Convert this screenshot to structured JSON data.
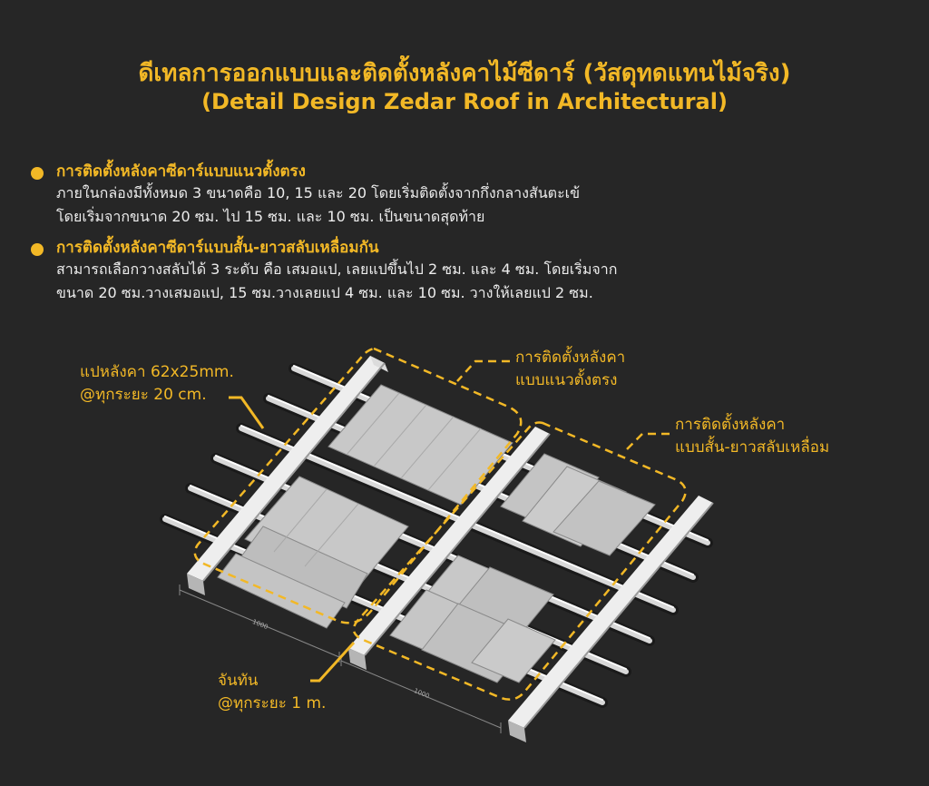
{
  "header": {
    "title_th": "ดีเทลการออกแบบและติดตั้งหลังคาไม้ซีดาร์ (วัสดุทดแทนไม้จริง)",
    "title_en": "(Detail Design Zedar Roof in Architectural)"
  },
  "sections": [
    {
      "heading": "การติดตั้งหลังคาซีดาร์แบบแนวตั้งตรง",
      "lines": [
        "ภายในกล่องมีทั้งหมด 3 ขนาดคือ 10, 15 และ 20 โดยเริ่มติดตั้งจากกึ่งกลางสันตะเข้",
        "โดยเริ่มจากขนาด 20 ซม. ไป 15 ซม. และ 10 ซม. เป็นขนาดสุดท้าย"
      ]
    },
    {
      "heading": "การติดตั้งหลังคาซีดาร์แบบสั้น-ยาวสลับเหลื่อมกัน",
      "lines": [
        "สามารถเลือกวางสลับได้ 3 ระดับ คือ เสมอแป, เลยแปขึ้นไป 2 ซม. และ 4 ซม. โดยเริ่มจาก",
        "ขนาด 20 ซม.วางเสมอแป, 15 ซม.วางเลยแป 4 ซม. และ 10 ซม. วางให้เลยแป 2 ซม."
      ]
    }
  ],
  "annotations": {
    "purlin": {
      "line1": "แปหลังคา 62x25mm.",
      "line2": "@ทุกระยะ 20 cm."
    },
    "vertical": {
      "line1": "การติดตั้งหลังคา",
      "line2": "แบบแนวตั้งตรง"
    },
    "staggered": {
      "line1": "การติดตั้งหลังคา",
      "line2": "แบบสั้น-ยาวสลับเหลื่อม"
    },
    "rafter": {
      "line1": "จันทัน",
      "line2": "@ทุกระยะ 1 m."
    }
  },
  "dimensions": {
    "left": "1000",
    "right": "1000"
  },
  "colors": {
    "accent": "#f2b826",
    "background": "#262626",
    "text": "#ececec",
    "tile": "#c9c9c9",
    "beam": "#ececec"
  }
}
